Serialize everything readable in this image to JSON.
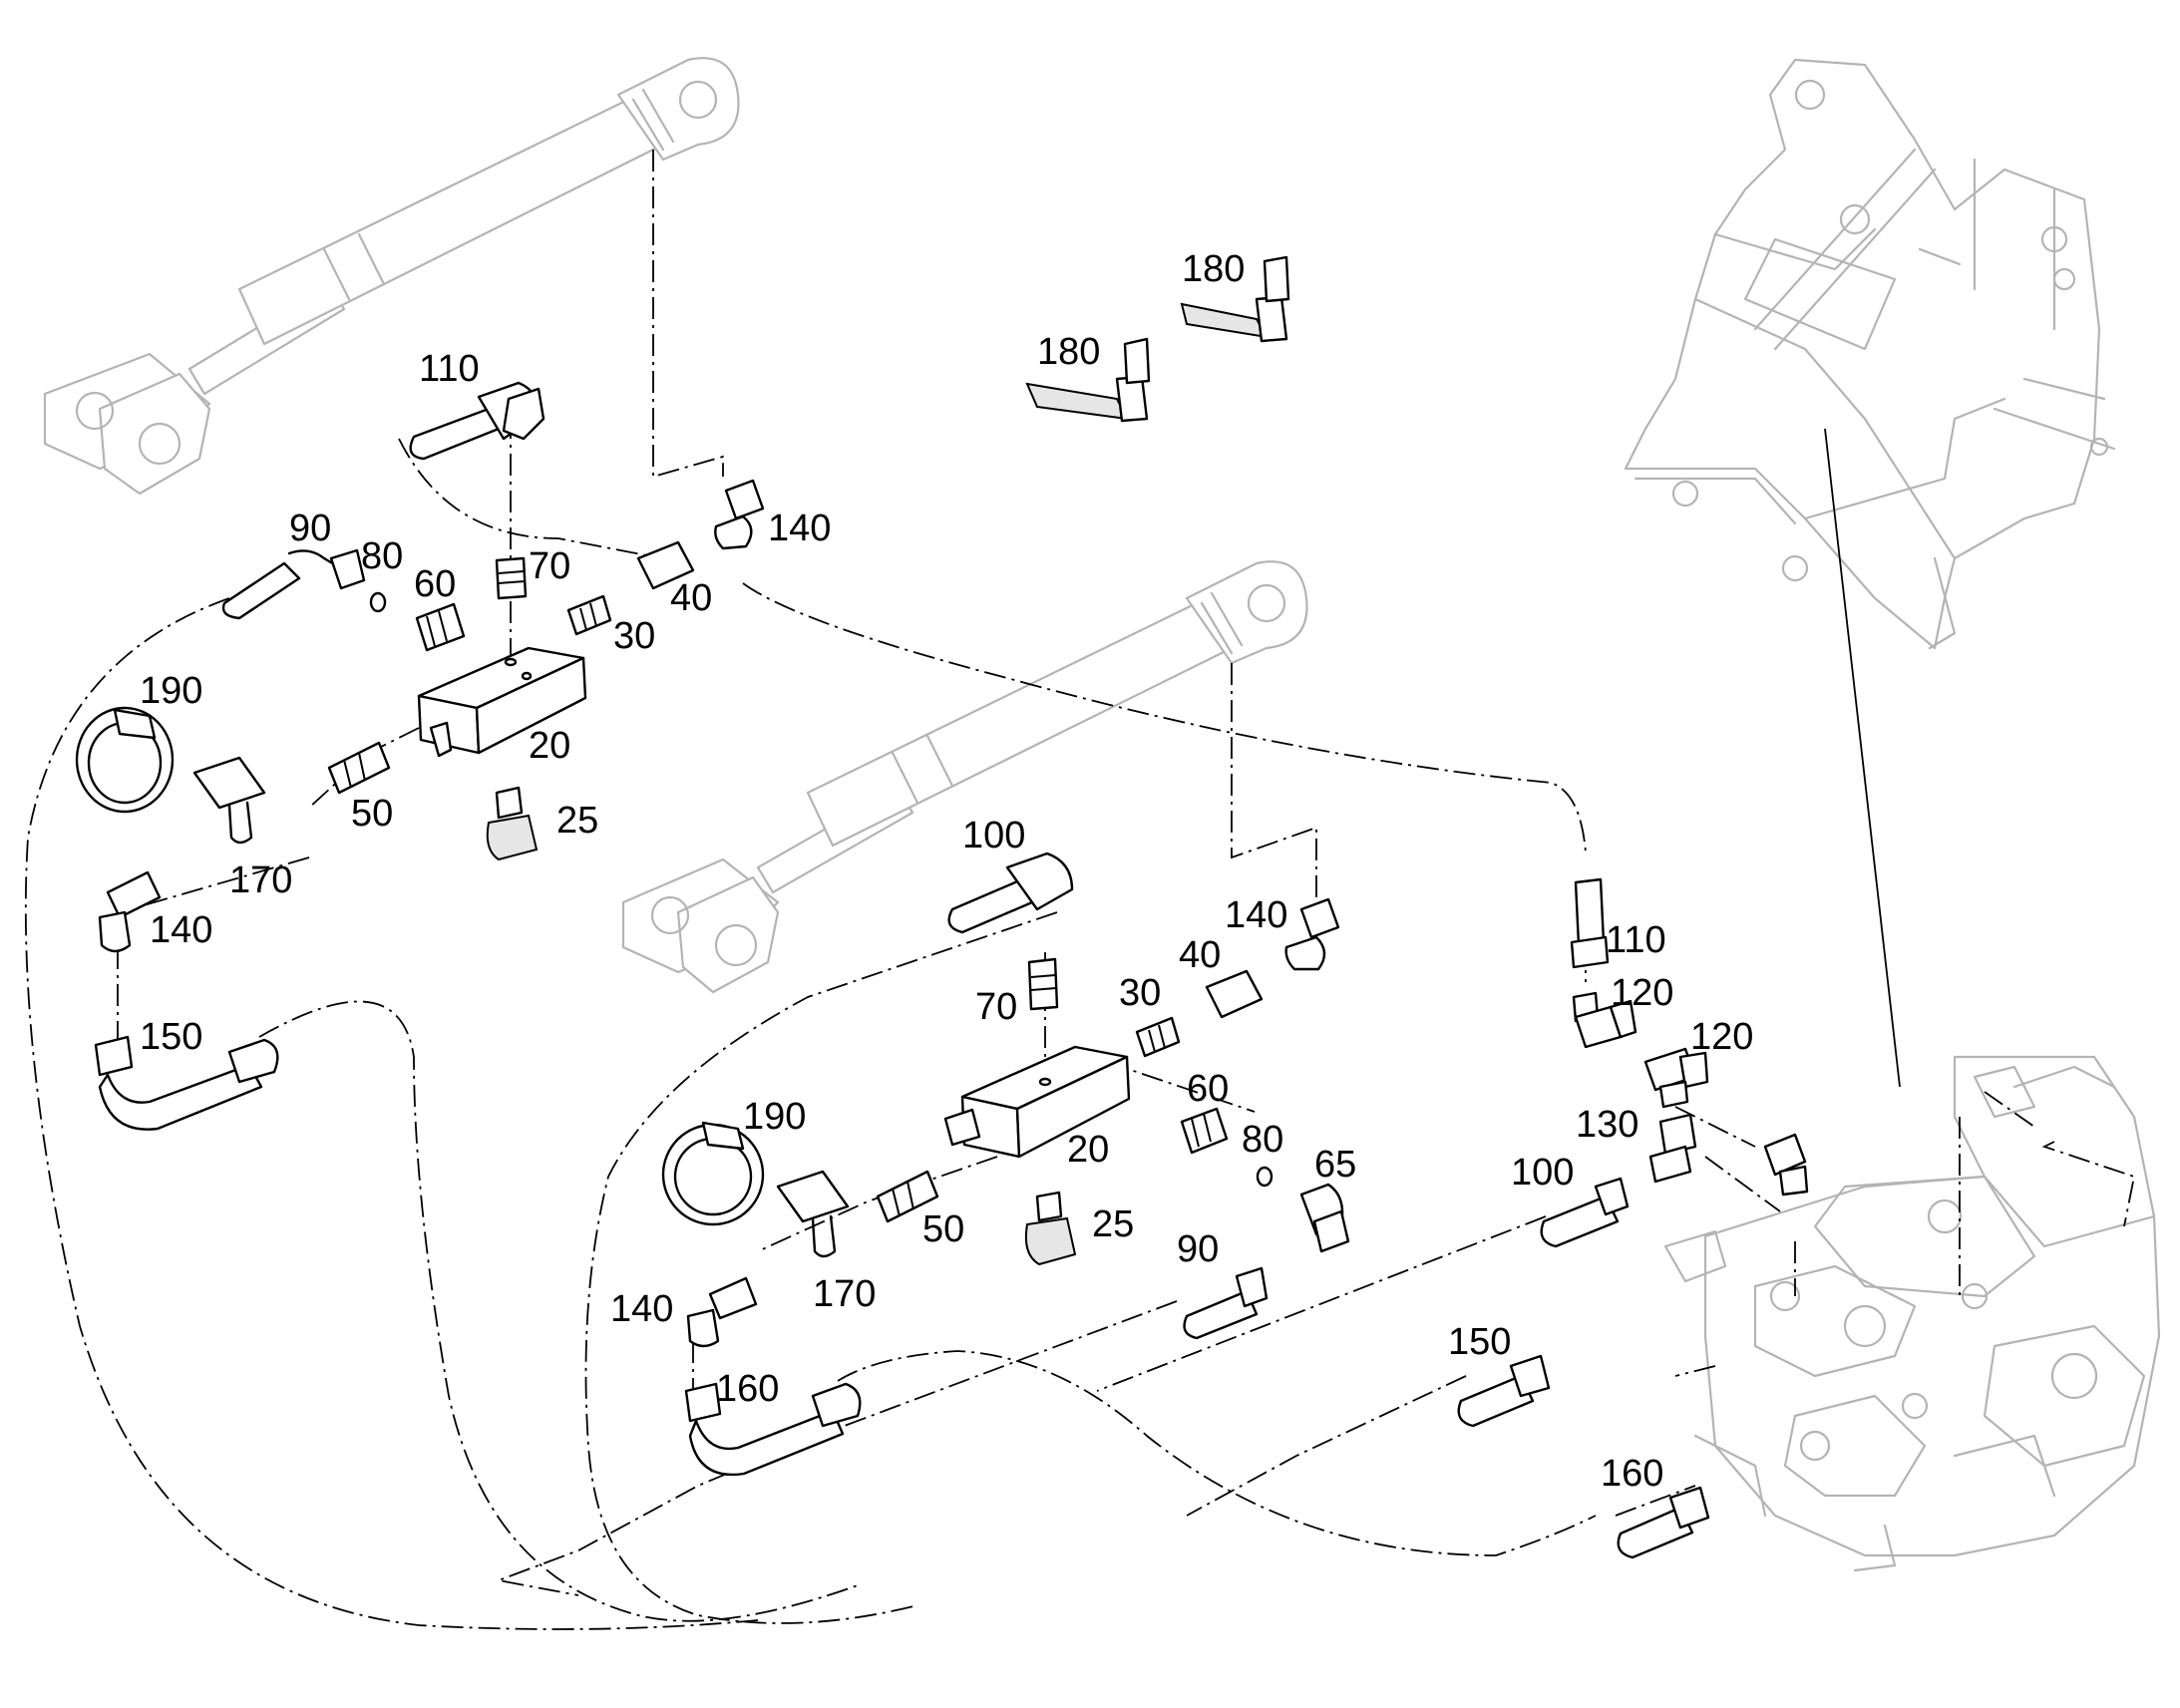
{
  "labels": {
    "l_110_top": "110",
    "l_90_left": "90",
    "l_80_left": "80",
    "l_60_left": "60",
    "l_70_left": "70",
    "l_30_left": "30",
    "l_40_left": "40",
    "l_140_top": "140",
    "l_190_left": "190",
    "l_50_left": "50",
    "l_20_left": "20",
    "l_25_left": "25",
    "l_170_left": "170",
    "l_140_left": "140",
    "l_150_left": "150",
    "l_180_a": "180",
    "l_180_b": "180",
    "l_100_mid": "100",
    "l_140_mid": "140",
    "l_40_mid": "40",
    "l_30_mid": "30",
    "l_70_mid": "70",
    "l_60_mid": "60",
    "l_80_mid": "80",
    "l_65_mid": "65",
    "l_20_mid": "20",
    "l_25_mid": "25",
    "l_190_mid": "190",
    "l_50_mid": "50",
    "l_170_mid": "170",
    "l_90_mid": "90",
    "l_140_low": "140",
    "l_160_low": "160",
    "l_110_right": "110",
    "l_120_a": "120",
    "l_120_b": "120",
    "l_130": "130",
    "l_100_right": "100",
    "l_150_right": "150",
    "l_160_right": "160"
  }
}
